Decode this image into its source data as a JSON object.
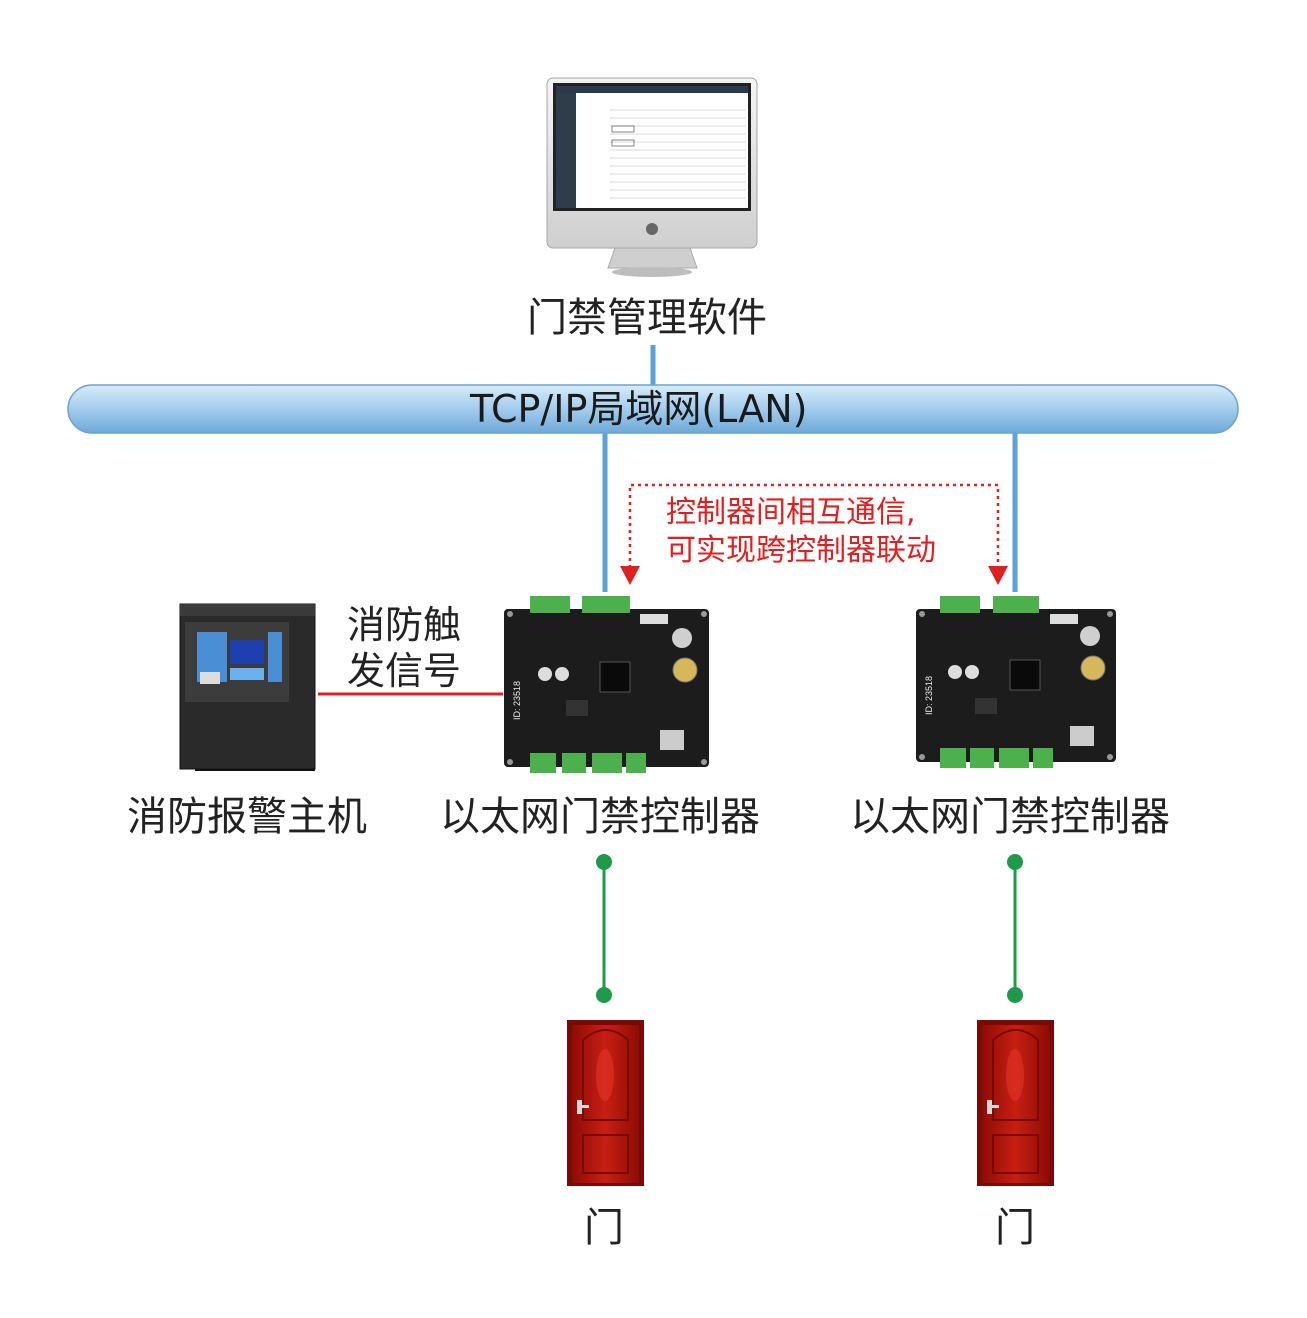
{
  "software": {
    "label": "门禁管理软件"
  },
  "network": {
    "label": "TCP/IP局域网(LAN)"
  },
  "interlink": {
    "line1": "控制器间相互通信,",
    "line2": "可实现跨控制器联动"
  },
  "fire_signal": {
    "line1": "消防触",
    "line2": "发信号"
  },
  "fire_host": {
    "label": "消防报警主机"
  },
  "controllers": [
    {
      "label": "以太网门禁控制器",
      "id_text": "ID: 23518"
    },
    {
      "label": "以太网门禁控制器",
      "id_text": "ID: 23518"
    }
  ],
  "doors": [
    {
      "label": "门"
    },
    {
      "label": "门"
    }
  ],
  "colors": {
    "network": "#5aa2d8",
    "link": "#e02020",
    "door_line": "#1e9a4a",
    "door": "#b2150e",
    "pcb": "#1c1c1c",
    "terminal": "#4cb04c"
  }
}
